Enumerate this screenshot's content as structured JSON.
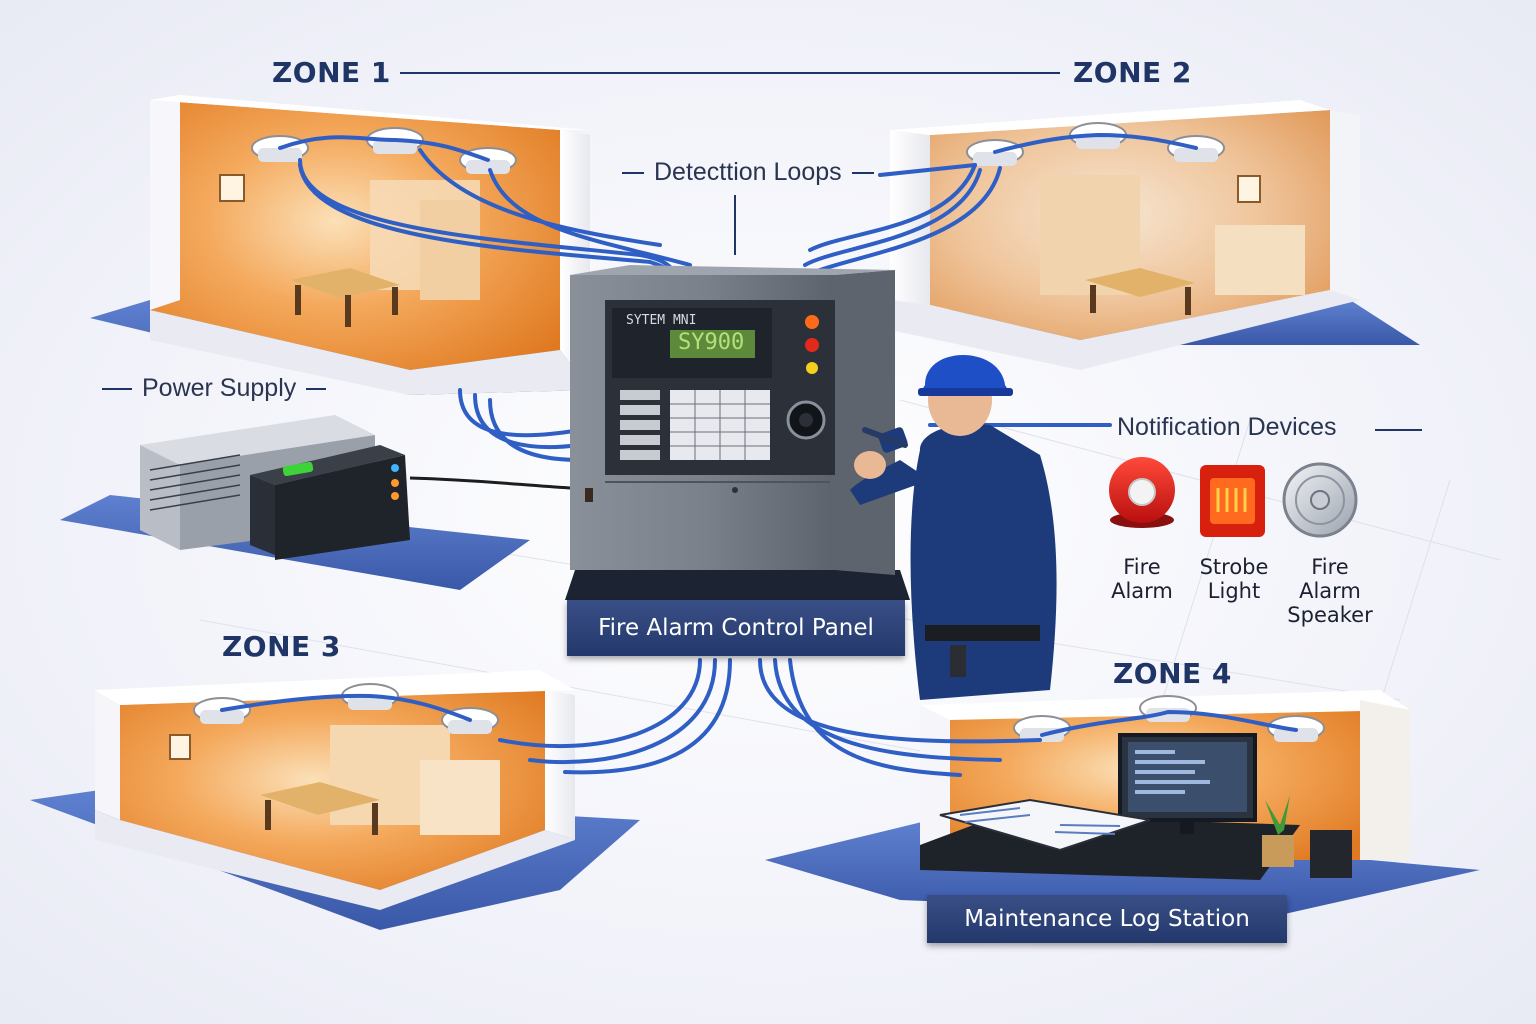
{
  "zones": [
    {
      "title": "ZONE 1"
    },
    {
      "title": "ZONE 2"
    },
    {
      "title": "ZONE 3"
    },
    {
      "title": "ZONE 4"
    }
  ],
  "labels": {
    "detection_loops": "Detecttion Loops",
    "power_supply": "Power Supply",
    "notification_devices": "Notification Devices"
  },
  "control_panel": {
    "banner": "Fire Alarm Control Panel",
    "screen_header": "SYTEM MNI",
    "screen_value": "SY900"
  },
  "devices": [
    {
      "label_line1": "Fire",
      "label_line2": "Alarm",
      "label_line3": "",
      "icon": "fire-alarm-bell-icon",
      "color": "#d81e1e"
    },
    {
      "label_line1": "Strobe",
      "label_line2": "Light",
      "label_line3": "",
      "icon": "strobe-light-icon",
      "color": "#d8200f"
    },
    {
      "label_line1": "Fire",
      "label_line2": "Alarm",
      "label_line3": "Speaker",
      "icon": "speaker-icon",
      "color": "#a9b0bb"
    }
  ],
  "maintenance_station": {
    "banner": "Maintenance Log Station"
  },
  "colors": {
    "cable": "#2f5fc4",
    "navy": "#1f3566",
    "floor": "#4a6cc0",
    "room_glow": "#f0892a",
    "panel": "#737a84"
  }
}
